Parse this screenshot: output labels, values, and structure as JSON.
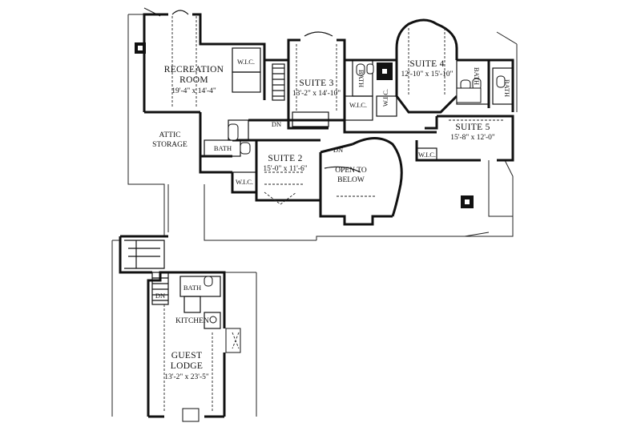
{
  "rooms": {
    "recreation": {
      "name_line1": "RECREATION",
      "name_line2": "ROOM",
      "dims": "19'-4\" x 14'-4\""
    },
    "suite3": {
      "name": "SUITE 3",
      "dims": "13'-2\" x 14'-10\""
    },
    "suite4": {
      "name": "SUITE 4",
      "dims": "12'-10\" x 15'-10\""
    },
    "suite5": {
      "name": "SUITE 5",
      "dims": "15'-8\" x 12'-0\""
    },
    "suite2": {
      "name": "SUITE 2",
      "dims": "15'-0\" x 11'-6\""
    },
    "open_to_below": {
      "line1": "OPEN TO",
      "line2": "BELOW"
    },
    "attic": {
      "line1": "ATTIC",
      "line2": "STORAGE"
    },
    "kitchen": {
      "name": "KITCHEN"
    },
    "guest_lodge": {
      "line1": "GUEST",
      "line2": "LODGE",
      "dims": "13'-2\" x 23'-5\""
    }
  },
  "labels": {
    "wic": "W.I.C.",
    "bath": "BATH",
    "dn": "DN"
  }
}
